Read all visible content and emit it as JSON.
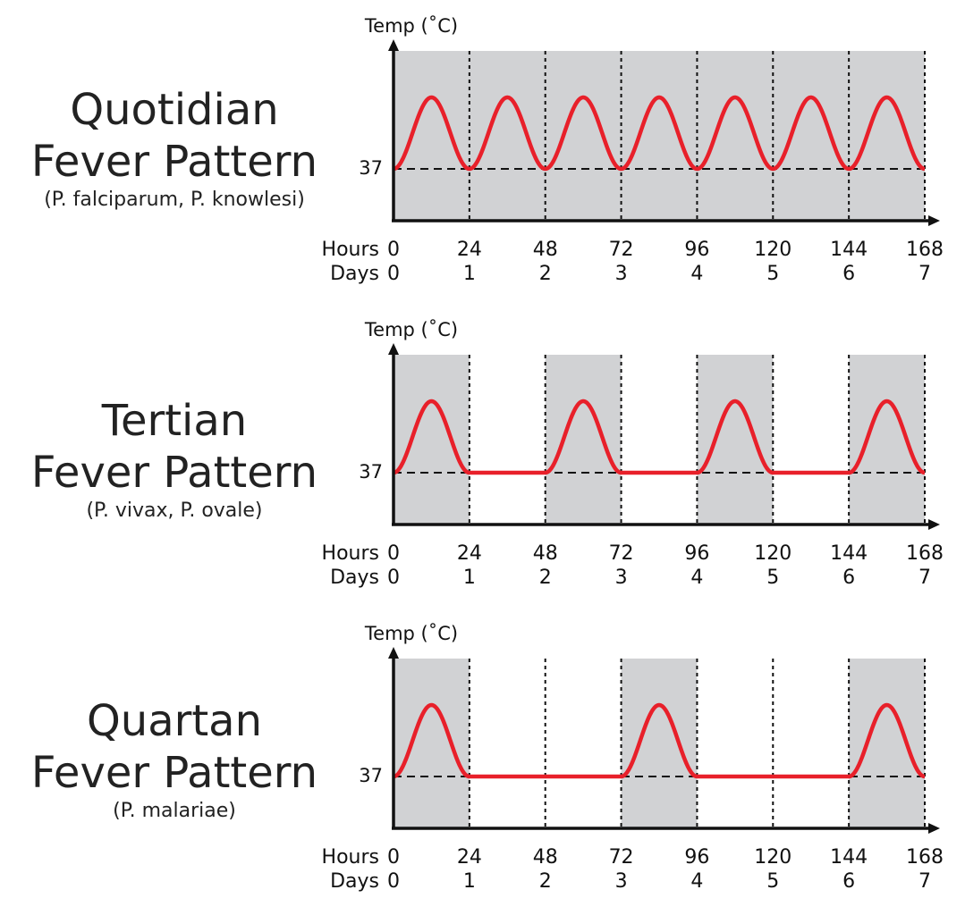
{
  "chart_data": [
    {
      "type": "line",
      "title_lines": [
        "Quotidian",
        "Fever Pattern"
      ],
      "species": "(P. falciparum, P. knowlesi)",
      "ylabel": "Temp (˚C)",
      "y_baseline_label": "37",
      "x_axis_rows": [
        {
          "label": "Hours",
          "ticks": [
            "0",
            "24",
            "48",
            "72",
            "96",
            "120",
            "144",
            "168"
          ]
        },
        {
          "label": "Days",
          "ticks": [
            "0",
            "1",
            "2",
            "3",
            "4",
            "5",
            "6",
            "7"
          ]
        }
      ],
      "x_range_hours": [
        0,
        168
      ],
      "baseline_temp": 37,
      "fever_peaks_center_hours": [
        12,
        36,
        60,
        84,
        108,
        132,
        156
      ],
      "shaded_intervals_hours": [
        [
          0,
          168
        ]
      ],
      "colors": {
        "curve": "#e8202a",
        "shade": "#d1d2d4",
        "axis": "#111111"
      }
    },
    {
      "type": "line",
      "title_lines": [
        "Tertian",
        "Fever Pattern"
      ],
      "species": "(P. vivax, P. ovale)",
      "ylabel": "Temp (˚C)",
      "y_baseline_label": "37",
      "x_axis_rows": [
        {
          "label": "Hours",
          "ticks": [
            "0",
            "24",
            "48",
            "72",
            "96",
            "120",
            "144",
            "168"
          ]
        },
        {
          "label": "Days",
          "ticks": [
            "0",
            "1",
            "2",
            "3",
            "4",
            "5",
            "6",
            "7"
          ]
        }
      ],
      "x_range_hours": [
        0,
        168
      ],
      "baseline_temp": 37,
      "fever_peaks_center_hours": [
        12,
        60,
        108,
        156
      ],
      "shaded_intervals_hours": [
        [
          0,
          24
        ],
        [
          48,
          72
        ],
        [
          96,
          120
        ],
        [
          144,
          168
        ]
      ],
      "colors": {
        "curve": "#e8202a",
        "shade": "#d1d2d4",
        "axis": "#111111"
      }
    },
    {
      "type": "line",
      "title_lines": [
        "Quartan",
        "Fever Pattern"
      ],
      "species": "(P. malariae)",
      "ylabel": "Temp (˚C)",
      "y_baseline_label": "37",
      "x_axis_rows": [
        {
          "label": "Hours",
          "ticks": [
            "0",
            "24",
            "48",
            "72",
            "96",
            "120",
            "144",
            "168"
          ]
        },
        {
          "label": "Days",
          "ticks": [
            "0",
            "1",
            "2",
            "3",
            "4",
            "5",
            "6",
            "7"
          ]
        }
      ],
      "x_range_hours": [
        0,
        168
      ],
      "baseline_temp": 37,
      "fever_peaks_center_hours": [
        12,
        84,
        156
      ],
      "shaded_intervals_hours": [
        [
          0,
          24
        ],
        [
          72,
          96
        ],
        [
          144,
          168
        ]
      ],
      "colors": {
        "curve": "#e8202a",
        "shade": "#d1d2d4",
        "axis": "#111111"
      }
    }
  ]
}
